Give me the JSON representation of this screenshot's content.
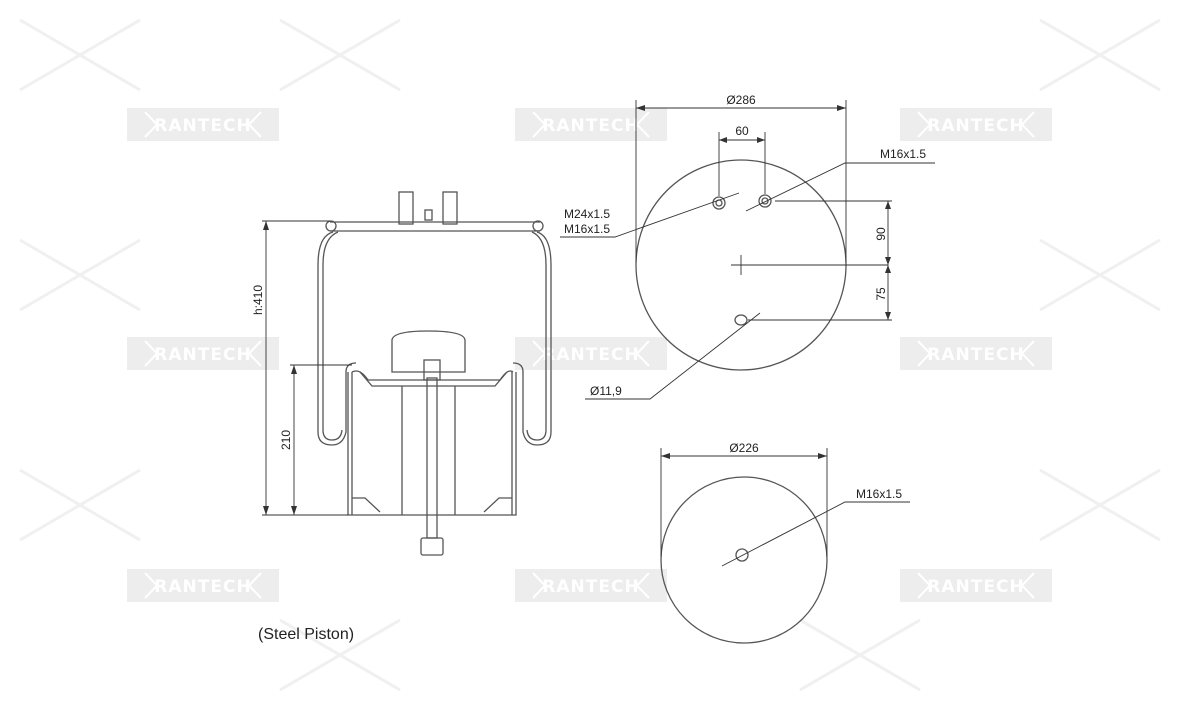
{
  "watermark": {
    "text": "RANTECH"
  },
  "side_view": {
    "height_label": "h:410",
    "piston_height_label": "210",
    "caption": "(Steel Piston)"
  },
  "top_plate_view": {
    "diameter_label": "Ø286",
    "hole_spacing_label": "60",
    "thread_right_label": "M16x1.5",
    "thread_left_label_1": "M24x1.5",
    "thread_left_label_2": "M16x1.5",
    "offset_upper_label": "90",
    "offset_lower_label": "75",
    "pin_hole_label": "Ø11,9"
  },
  "piston_view": {
    "diameter_label": "Ø226",
    "thread_label": "M16x1.5"
  }
}
